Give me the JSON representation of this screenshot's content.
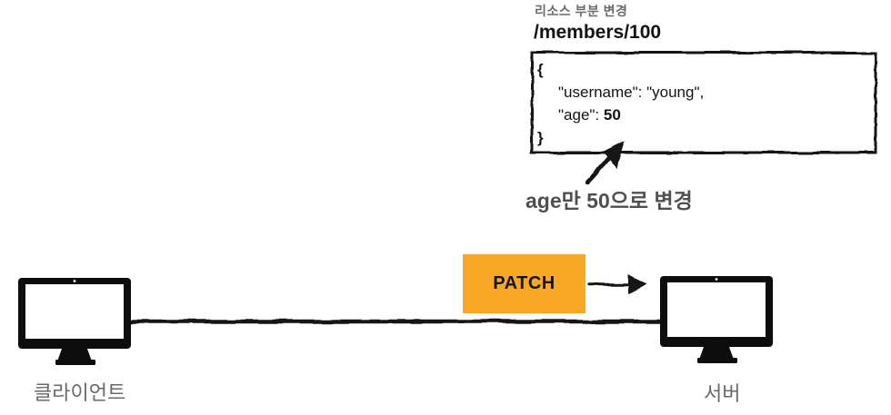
{
  "annotation": {
    "title": "리소스 부분 변경",
    "path": "/members/100",
    "json_body": {
      "open_brace": "{",
      "username_line": "\"username\": \"young\",",
      "age_key": "\"age\": ",
      "age_value": "50",
      "close_brace": "}"
    },
    "callout": "age만 50으로 변경"
  },
  "request": {
    "method": "PATCH"
  },
  "nodes": {
    "client": {
      "label": "클라이언트",
      "icon": "desktop-monitor-icon"
    },
    "server": {
      "label": "서버",
      "icon": "desktop-monitor-icon"
    }
  },
  "colors": {
    "method_box_orange": "#F9A826",
    "muted_label_gray": "#6B6B6B",
    "callout_gray": "#4F4F4F",
    "ink_black": "#141414"
  }
}
